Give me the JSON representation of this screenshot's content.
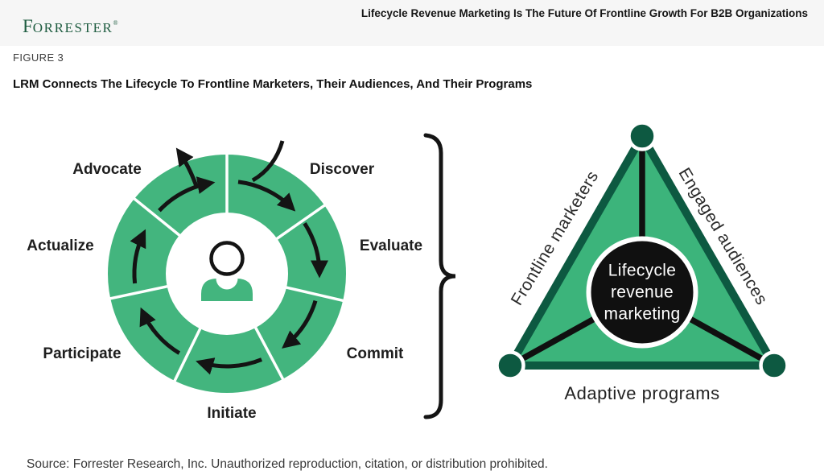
{
  "header": {
    "logo_text": "FORRESTER",
    "logo_reg": "®",
    "title": "Lifecycle Revenue Marketing Is The Future Of Frontline Growth For B2B Organizations"
  },
  "figure": {
    "label": "FIGURE 3",
    "title": "LRM Connects The Lifecycle To Frontline Marketers, Their Audiences, And Their Programs"
  },
  "lifecycle": {
    "description": "Customer lifecycle ring with clockwise arrows around a person icon",
    "stages": [
      {
        "label": "Discover"
      },
      {
        "label": "Evaluate"
      },
      {
        "label": "Commit"
      },
      {
        "label": "Initiate"
      },
      {
        "label": "Participate"
      },
      {
        "label": "Actualize"
      },
      {
        "label": "Advocate"
      }
    ]
  },
  "triangle": {
    "center_lines": [
      "Lifecycle",
      "revenue",
      "marketing"
    ],
    "edge_labels": {
      "left": "Frontline marketers",
      "right": "Engaged audiences",
      "bottom": "Adaptive programs"
    }
  },
  "source": "Source: Forrester Research, Inc. Unauthorized reproduction, citation, or distribution prohibited.",
  "colors": {
    "green": "#43b57e",
    "triangle_green": "#3cb47b",
    "dark_green": "#0d5941",
    "logo_green": "#1e5c40",
    "ink": "#141414",
    "header_bg": "#f6f6f6"
  }
}
